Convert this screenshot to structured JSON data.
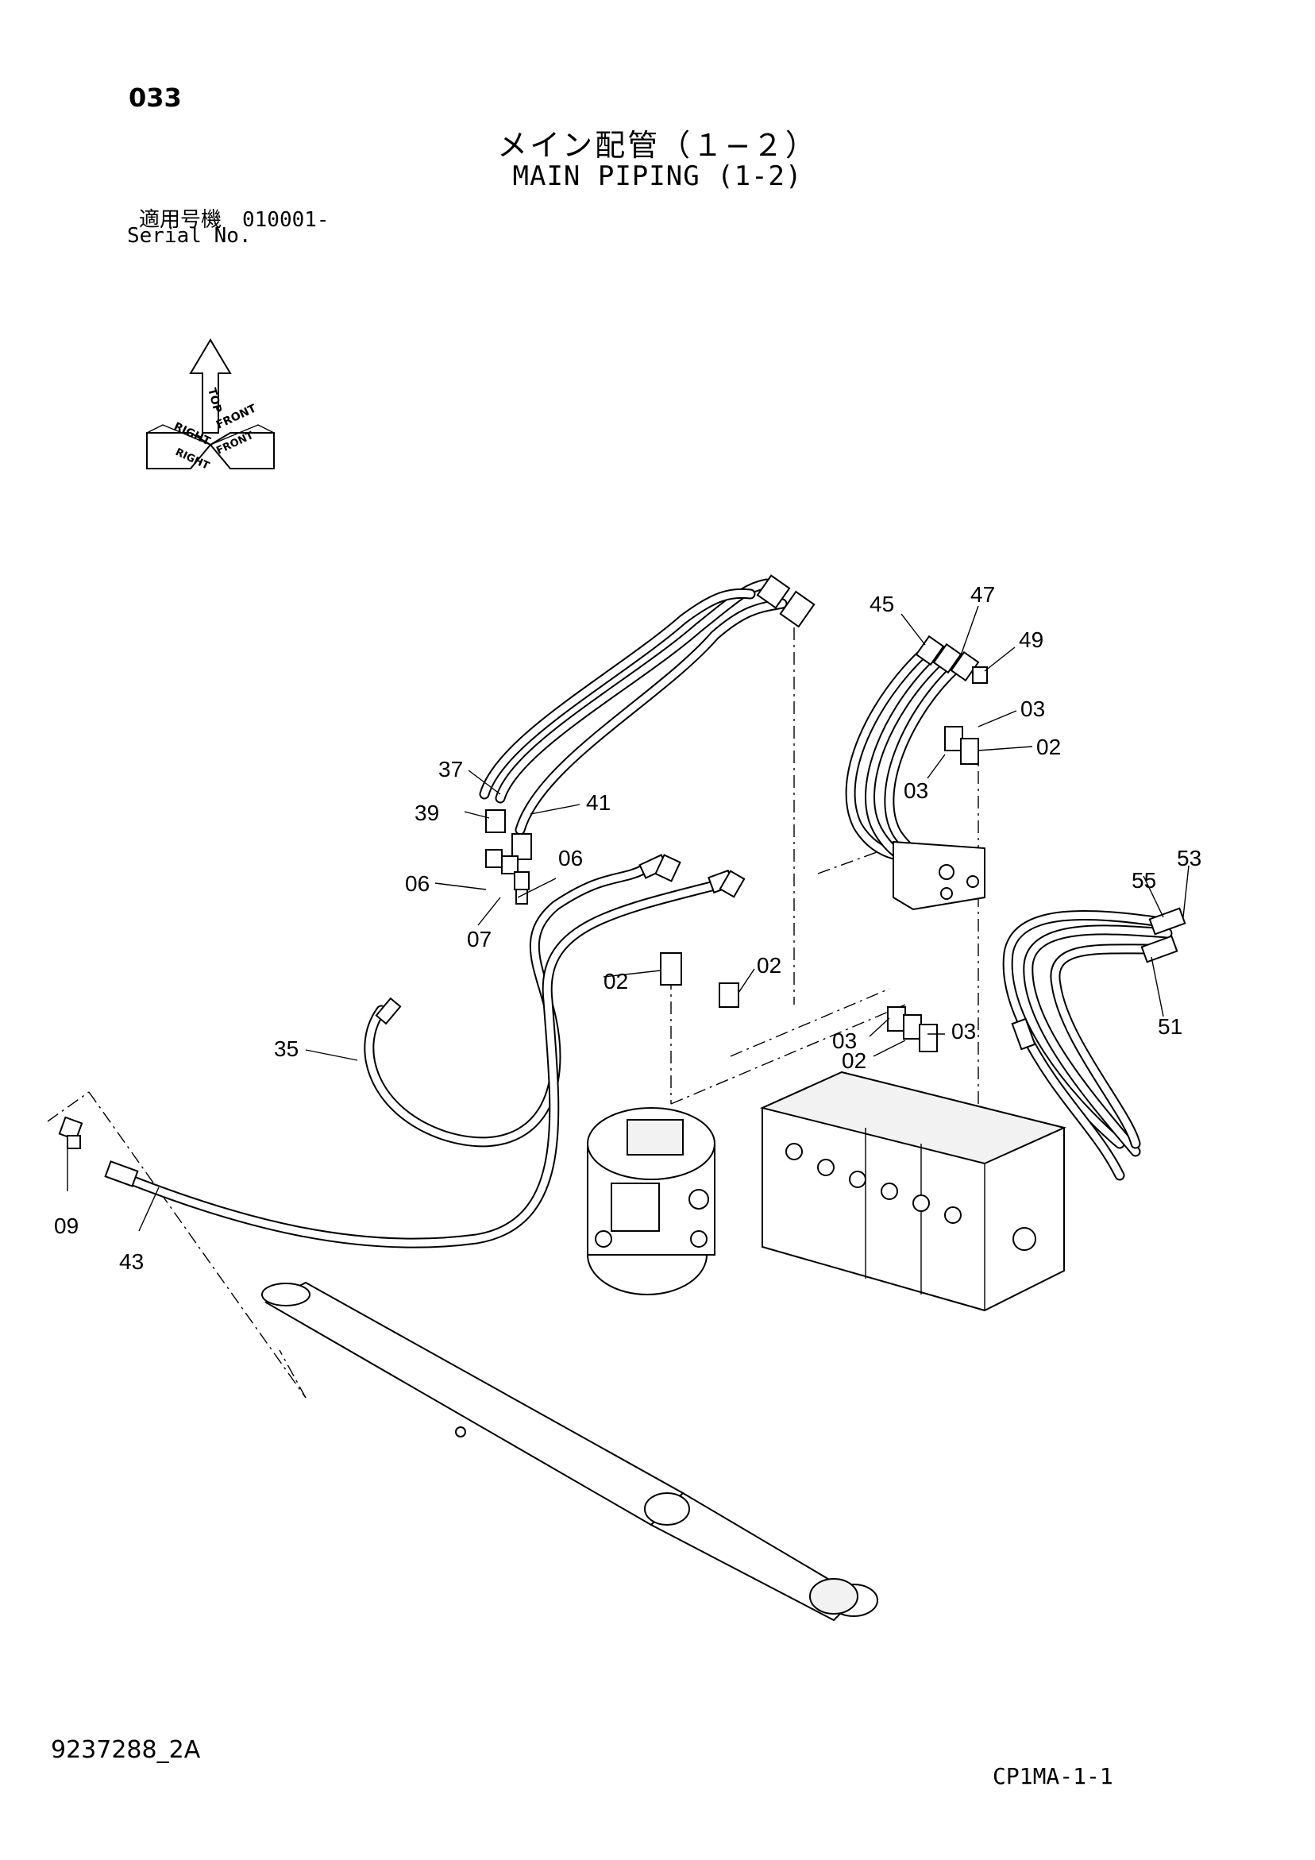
{
  "header": {
    "page_number": "033",
    "title_jp": "メイン配管（１−２）",
    "title_en": "MAIN PIPING (1-2)",
    "serial_label_jp": "適用号機　010001-",
    "serial_label_en": "Serial No."
  },
  "orientation_indicator": {
    "labels": [
      "TOP",
      "RIGHT",
      "FRONT",
      "RIGHT",
      "FRONT"
    ]
  },
  "callouts": {
    "c02a": "02",
    "c02b": "02",
    "c02c": "02",
    "c02d": "02",
    "c03a": "03",
    "c03b": "03",
    "c03c": "03",
    "c03d": "03",
    "c06a": "06",
    "c06b": "06",
    "c07": "07",
    "c09": "09",
    "c35": "35",
    "c37": "37",
    "c39": "39",
    "c41": "41",
    "c43": "43",
    "c45": "45",
    "c47": "47",
    "c49": "49",
    "c51": "51",
    "c53": "53",
    "c55": "55"
  },
  "footer": {
    "document_code": "9237288_2A",
    "sheet_code": "CP1MA-1-1"
  }
}
